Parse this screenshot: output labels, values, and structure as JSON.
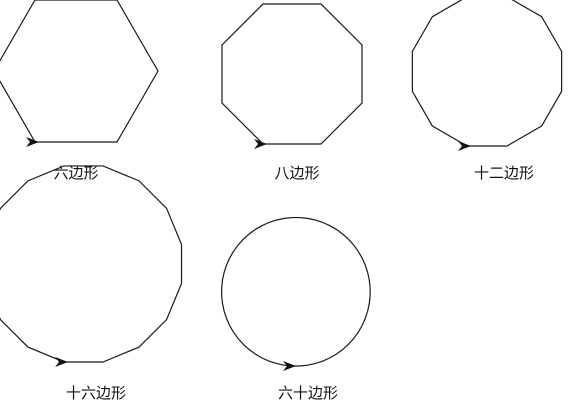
{
  "figures": [
    {
      "id": "hexagon",
      "sides": 6,
      "label": "六边形"
    },
    {
      "id": "octagon",
      "sides": 8,
      "label": "八边形"
    },
    {
      "id": "dodecagon",
      "sides": 12,
      "label": "十二边形"
    },
    {
      "id": "hexadecagon",
      "sides": 16,
      "label": "十六边形"
    },
    {
      "id": "hexacontagon",
      "sides": 60,
      "label": "六十边形"
    }
  ],
  "colors": {
    "stroke": "#1a1a1a",
    "turtle": "#111111",
    "background": "#ffffff"
  },
  "turtle_icon": "arrowhead-cursor-icon"
}
